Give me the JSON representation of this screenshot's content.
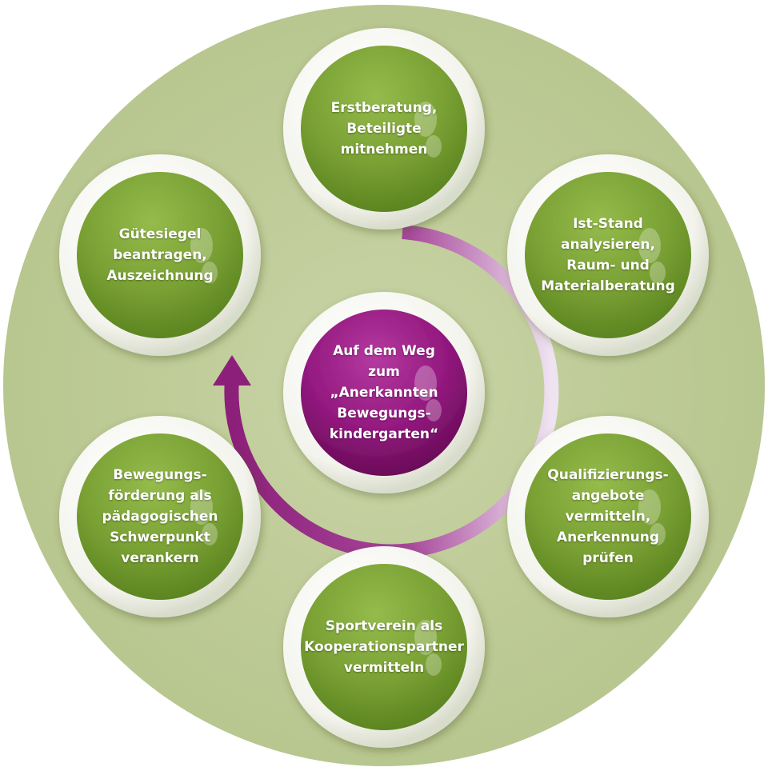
{
  "diagram": {
    "colors": {
      "background_disc": "#c4d09f",
      "node_green": "#7ea43a",
      "node_green_dark": "#5f8a24",
      "center_purple": "#9b1b85",
      "center_purple_dark": "#6e0f5c",
      "ring_white": "#ffffff",
      "arrow_purple": "#9a2a86",
      "arrow_light": "#ead8ee"
    },
    "center": {
      "label": "Auf dem Weg\nzum\n„Anerkannten\nBewegungs-\nkindergarten“"
    },
    "nodes": [
      {
        "id": "erstberatung",
        "label": "Erstberatung,\nBeteiligte\nmitnehmen"
      },
      {
        "id": "ist-stand",
        "label": "Ist-Stand\nanalysieren,\nRaum- und\nMaterialberatung"
      },
      {
        "id": "qualifizierung",
        "label": "Qualifizierungs-\nangebote\nvermitteln,\nAnerkennung\nprüfen"
      },
      {
        "id": "sportverein",
        "label": "Sportverein als\nKooperationspartner\nvermitteln"
      },
      {
        "id": "bewegungsfoerderung",
        "label": "Bewegungs-\nförderung als\npädagogischen\nSchwerpunkt\nverankern"
      },
      {
        "id": "guetesiegel",
        "label": "Gütesiegel\nbeantragen,\nAuszeichnung"
      }
    ],
    "arrow": {
      "direction": "clockwise",
      "icon": "curved-arrow-icon"
    }
  }
}
